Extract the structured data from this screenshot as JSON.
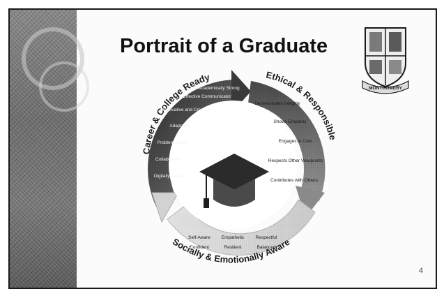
{
  "slide": {
    "title": "Portrait of a Graduate",
    "page_number": "4",
    "seal_text": "MONTGOMERY"
  },
  "categories": {
    "career": "Career & College Ready",
    "ethical": "Ethical & Responsible",
    "social": "Socially & Emotionally Aware"
  },
  "career_traits": [
    "Academically Strong",
    "Effective Communicator",
    "Innovative and Creative",
    "Adaptable",
    "Problem Solver",
    "Collaborative",
    "Digitally Literate"
  ],
  "ethical_traits": [
    "Demonstrates Integrity",
    "Shows Empathy",
    "Engages in Civic",
    "Respects Other Viewpoints",
    "Contributes with Others"
  ],
  "social_traits_row1": [
    "Self-Aware",
    "Empathetic",
    "Respectful"
  ],
  "social_traits_row2": [
    "Confident",
    "Resilient",
    "Balanced"
  ],
  "colors": {
    "ring_dark": "#3c3c3c",
    "ring_mid": "#7d7d7d",
    "ring_light": "#dcdcdc",
    "text_light": "#f2f2f2",
    "text_dark": "#1a1a1a"
  }
}
